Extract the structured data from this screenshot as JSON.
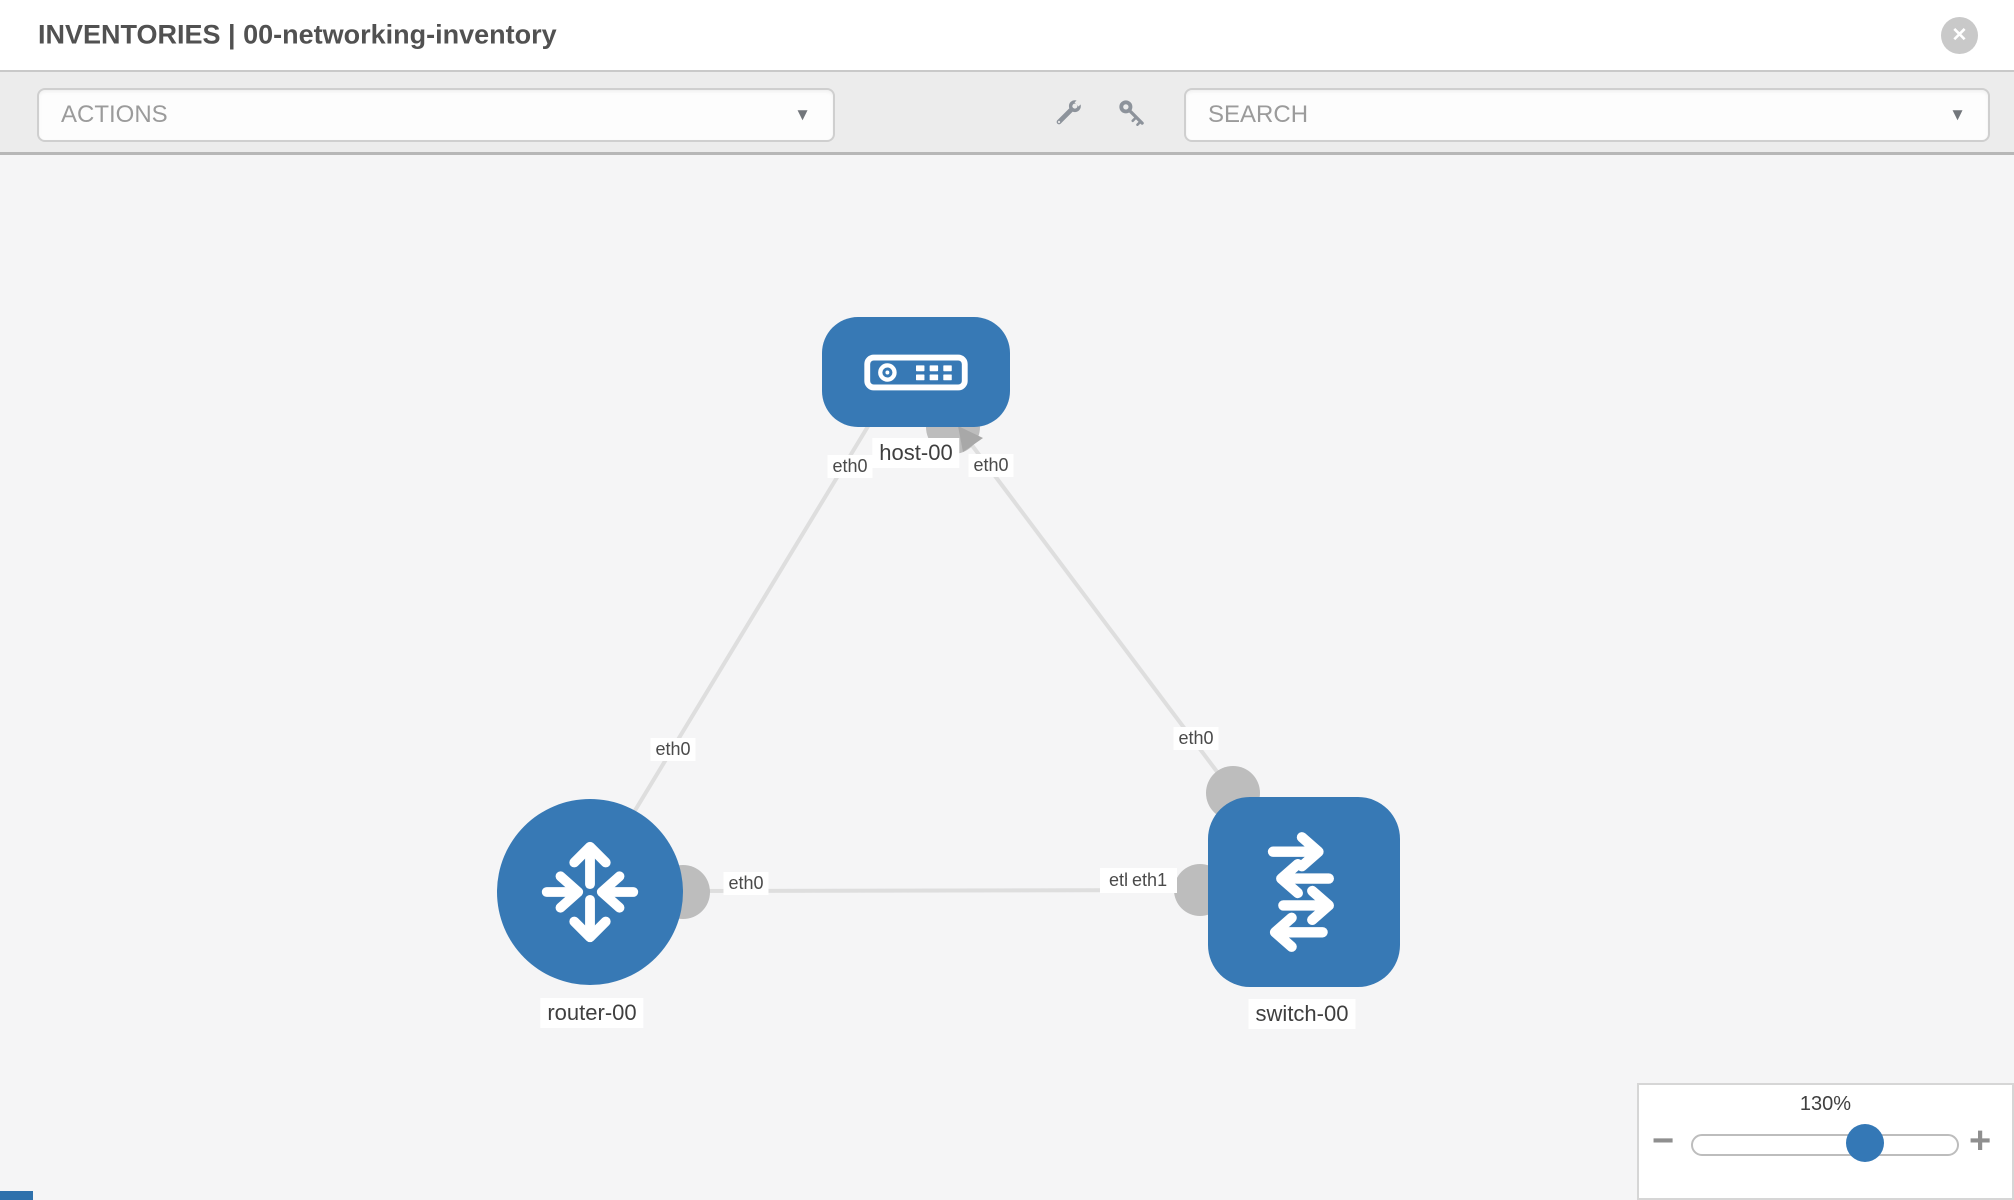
{
  "header": {
    "title": "INVENTORIES | 00-networking-inventory"
  },
  "toolbar": {
    "actions_dropdown": {
      "label": "ACTIONS"
    },
    "search_dropdown": {
      "label": "SEARCH"
    },
    "tools": {
      "wrench": "wrench-icon",
      "key": "key-icon"
    }
  },
  "glyphs": {
    "caret": "▼",
    "close": "✕",
    "minus": "−",
    "plus": "+"
  },
  "topology": {
    "nodes": [
      {
        "id": "host-00",
        "label": "host-00",
        "type": "host",
        "shape": "rounded-rect"
      },
      {
        "id": "router-00",
        "label": "router-00",
        "type": "router",
        "shape": "circle"
      },
      {
        "id": "switch-00",
        "label": "switch-00",
        "type": "switch",
        "shape": "rounded-square"
      }
    ],
    "links": [
      {
        "source": "host-00",
        "target": "router-00",
        "source_interface": "eth0",
        "target_interface": "eth0"
      },
      {
        "source": "host-00",
        "target": "switch-00",
        "source_interface": "eth0",
        "target_interface": "eth0"
      },
      {
        "source": "router-00",
        "target": "switch-00",
        "source_interface": "eth0",
        "target_interface": "eth1",
        "overlapped_label": "eth0",
        "overlap_display": "etleth1"
      }
    ]
  },
  "zoom_control": {
    "value": "130%",
    "percent": 65
  },
  "colors": {
    "node_blue": "#3779b5",
    "link_gray": "#dedede",
    "port_gray": "#bdbdbd",
    "canvas_bg": "#f5f5f6",
    "toolbar_bg": "#ececec",
    "header_bg": "#ffffff",
    "slider_handle": "#3478b6"
  }
}
